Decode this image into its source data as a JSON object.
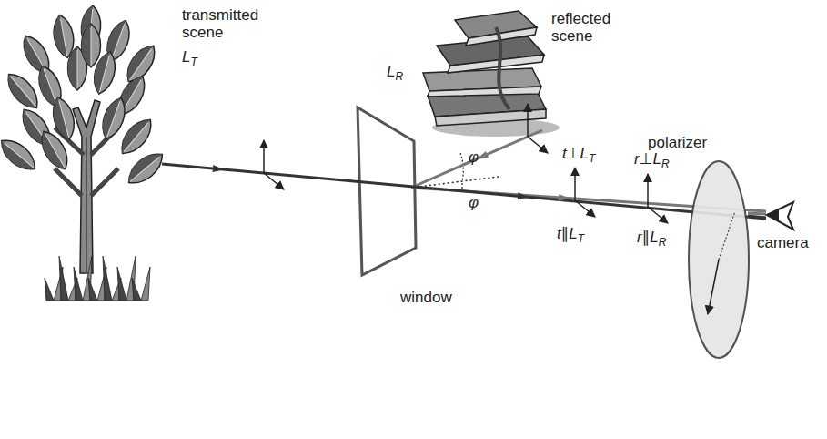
{
  "diagram": {
    "labels": [
      "transmitted scene",
      "LT",
      "LR",
      "reflected scene",
      "t⊥LT",
      "r⊥LR",
      "t∥LT",
      "r∥LR",
      "φ",
      "φ",
      "polarizer",
      "camera",
      "window"
    ]
  }
}
